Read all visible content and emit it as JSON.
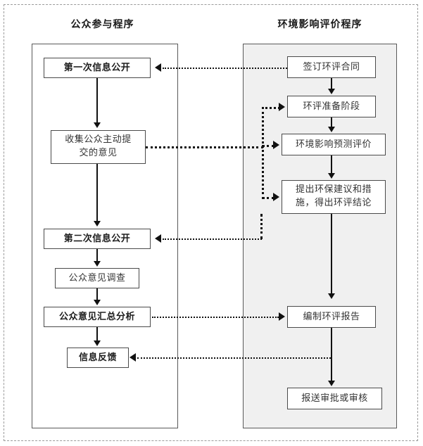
{
  "diagram": {
    "title_left": "公众参与程序",
    "title_right": "环境影响评价程序",
    "left_nodes": [
      {
        "id": "l1",
        "label": "第一次信息公开"
      },
      {
        "id": "l2",
        "label": "收集公众主动提\n交的意见",
        "line1": "收集公众主动提",
        "line2": "交的意见"
      },
      {
        "id": "l3",
        "label": "第二次信息公开"
      },
      {
        "id": "l4",
        "label": "公众意见调查"
      },
      {
        "id": "l5",
        "label": "公众意见汇总分析"
      },
      {
        "id": "l6",
        "label": "信息反馈"
      }
    ],
    "right_nodes": [
      {
        "id": "r1",
        "label": "签订环评合同"
      },
      {
        "id": "r2",
        "label": "环评准备阶段"
      },
      {
        "id": "r3",
        "label": "环境影响预测评价"
      },
      {
        "id": "r4",
        "label": "提出环保建议和措施，得出环评结论",
        "line1": "提出环保建议和措",
        "line2": "施，得出环评结论"
      },
      {
        "id": "r5",
        "label": "编制环评报告"
      },
      {
        "id": "r6",
        "label": "报送审批或审核"
      }
    ],
    "colors": {
      "left_panel_bg": "#ffffff",
      "right_panel_bg": "#f0f0f0",
      "node_bg": "#ffffff",
      "line": "#111111",
      "border": "#4a4a4a",
      "outer_frame": "#9a9a9a"
    }
  }
}
